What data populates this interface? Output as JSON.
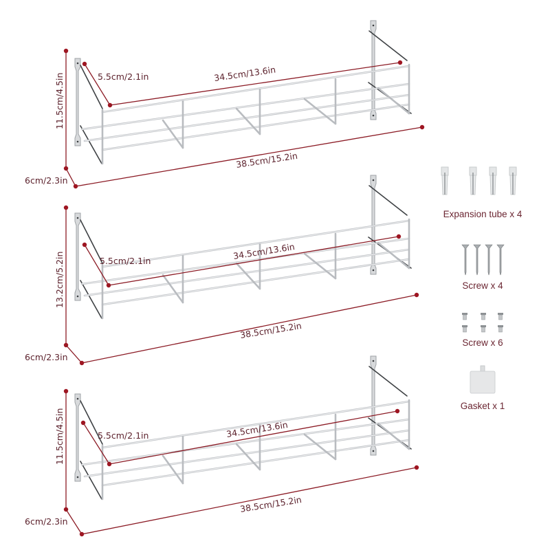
{
  "colors": {
    "dimension_line": "#8b1a24",
    "dimension_dot": "#9e1622",
    "label_text": "#5a1f2a",
    "accessory_text": "#6b2632",
    "wire": "#b9bcc0",
    "background": "#ffffff"
  },
  "shelves": [
    {
      "height": "11.5cm/4.5in",
      "depth": "6cm/2.3in",
      "inner_width": "34.5cm/13.6in",
      "outer_width": "38.5cm/15.2in",
      "arm_length": "5.5cm/2.1in"
    },
    {
      "height": "13.2cm/5.2in",
      "depth": "6cm/2.3in",
      "inner_width": "34.5cm/13.6in",
      "outer_width": "38.5cm/15.2in",
      "arm_length": "5.5cm/2.1in"
    },
    {
      "height": "11.5cm/4.5in",
      "depth": "6cm/2.3in",
      "inner_width": "34.5cm/13.6in",
      "outer_width": "38.5cm/15.2in",
      "arm_length": "5.5cm/2.1in"
    }
  ],
  "accessories": [
    {
      "icon": "expansion-tube-icon",
      "label": "Expansion tube x 4"
    },
    {
      "icon": "long-screw-icon",
      "label": "Screw x 4"
    },
    {
      "icon": "short-screw-icon",
      "label": "Screw x 6"
    },
    {
      "icon": "gasket-icon",
      "label": "Gasket x 1"
    }
  ]
}
